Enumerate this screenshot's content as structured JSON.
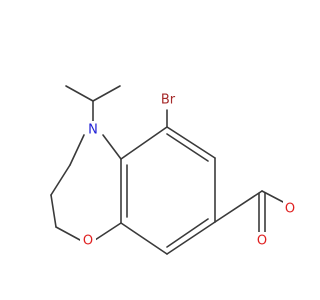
{
  "molecule": {
    "atoms": [
      {
        "id": "br",
        "label": "Br",
        "color": "#a52a2a"
      },
      {
        "id": "n",
        "label": "N",
        "color": "#1f1fd6"
      },
      {
        "id": "o_ring",
        "label": "O",
        "color": "#e02020"
      },
      {
        "id": "o_ester",
        "label": "O",
        "color": "#e02020"
      },
      {
        "id": "o_carbonyl",
        "label": "O",
        "color": "#e02020"
      }
    ],
    "bond_color": "#3a3a3a"
  }
}
